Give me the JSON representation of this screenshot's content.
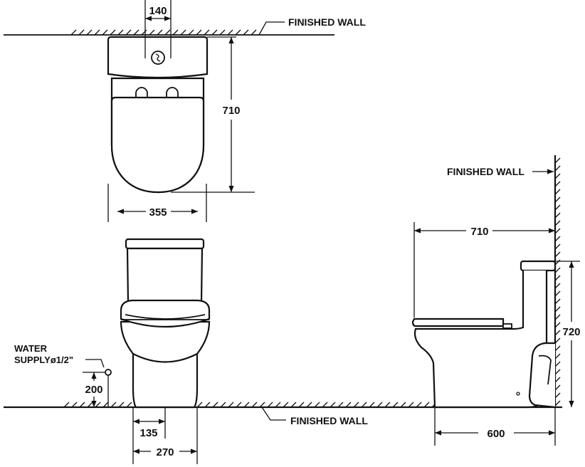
{
  "colors": {
    "line": "#111111",
    "background": "#ffffff"
  },
  "labels": {
    "finished_wall_top": "FINISHED WALL",
    "finished_wall_side": "FINISHED WALL",
    "finished_wall_bottom": "FINISHED WALL",
    "water_supply_line1": "WATER",
    "water_supply_line2": "SUPPLYø1/2\""
  },
  "dimensions": {
    "top_flush_width": "140",
    "top_depth": "710",
    "top_width": "355",
    "side_depth": "710",
    "side_height": "720",
    "side_outlet": "600",
    "front_supply_height": "200",
    "front_outlet_offset": "135",
    "front_base_width": "270"
  }
}
